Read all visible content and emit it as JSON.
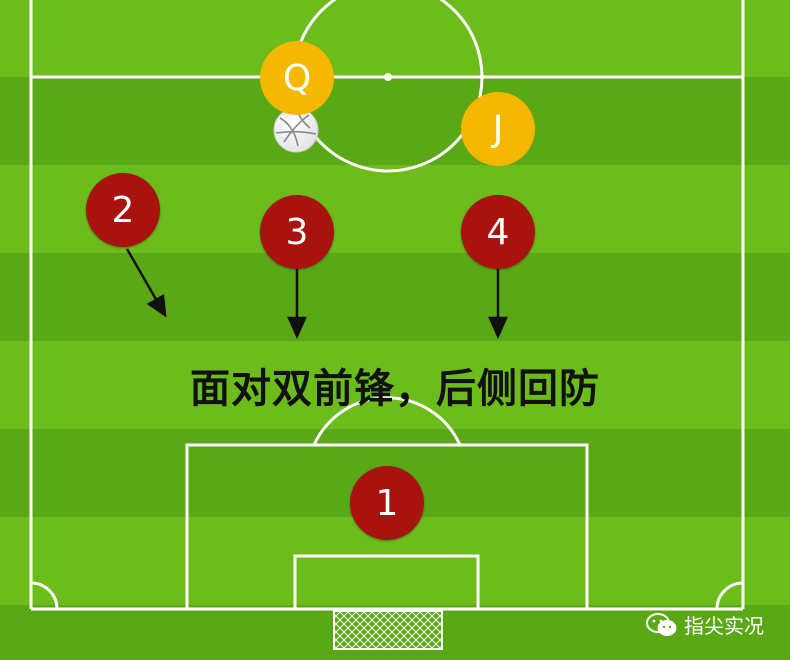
{
  "colors": {
    "grass_light": "#6cbc1b",
    "grass_dark": "#5aa816",
    "line": "#ffffff",
    "defender": "#a8120f",
    "attacker": "#f5b700",
    "arrow": "#111111"
  },
  "players": {
    "defender_1": "1",
    "defender_2": "2",
    "defender_3": "3",
    "defender_4": "4",
    "attacker_q": "Q",
    "attacker_j": "J"
  },
  "caption": "面对双前锋，后侧回防",
  "watermark": {
    "text": "指尖实况",
    "icon": "wechat-icon"
  }
}
